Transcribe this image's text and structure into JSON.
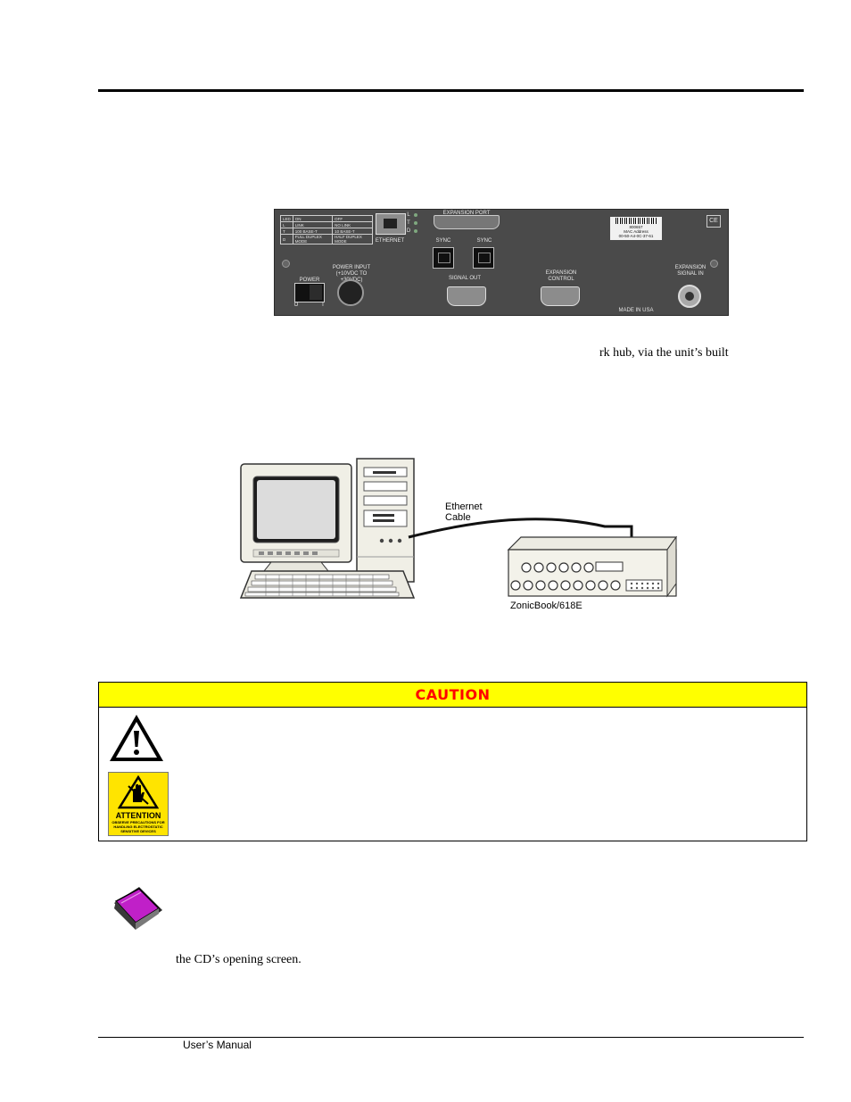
{
  "page": {
    "body_fragment": "rk hub, via the unit’s built",
    "cd_line": "the CD’s opening screen.",
    "footer": "User’s Manual"
  },
  "rear_panel": {
    "led_table": [
      [
        "LED",
        "ON",
        "OFF"
      ],
      [
        "L",
        "LINK",
        "NO LINK"
      ],
      [
        "T",
        "100 BASE-T",
        "10 BASE-T"
      ],
      [
        "D",
        "FULL DUPLEX MODE",
        "HALF DUPLEX MODE"
      ]
    ],
    "ethernet_label": "ETHERNET",
    "led_letters": [
      "L",
      "T",
      "D"
    ],
    "expansion_port_label": "EXPANSION PORT",
    "sync_labels": [
      "SYNC",
      "SYNC"
    ],
    "mac_label": {
      "serial": "800657",
      "title": "MAC Address",
      "address": "00-50-A4-0C-37-61"
    },
    "ce_mark": "CE",
    "power_label": "POWER",
    "switch_marks": [
      "O",
      "I"
    ],
    "power_input_label": "POWER INPUT\n(+10VDC TO +30VDC)",
    "signal_out_label": "SIGNAL OUT",
    "expansion_control_label": "EXPANSION\nCONTROL",
    "expansion_signal_in_label": "EXPANSION\nSIGNAL IN",
    "made_in_label": "MADE IN USA"
  },
  "network_figure": {
    "cable_label_line1": "Ethernet",
    "cable_label_line2": "Cable",
    "device_label": "ZonicBook/618E"
  },
  "caution": {
    "header": "CAUTION",
    "esd_title": "ATTENTION",
    "esd_text": "OBSERVE PRECAUTIONS FOR HANDLING ELECTROSTATIC SENSITIVE DEVICES"
  },
  "colors": {
    "caution_header_bg": "#ffff00",
    "caution_text": "#ff0000",
    "esd_yellow": "#ffe400",
    "reference_icon": "#c020c8"
  },
  "icons": [
    "warning-triangle-icon",
    "esd-attention-icon",
    "reference-book-icon"
  ]
}
